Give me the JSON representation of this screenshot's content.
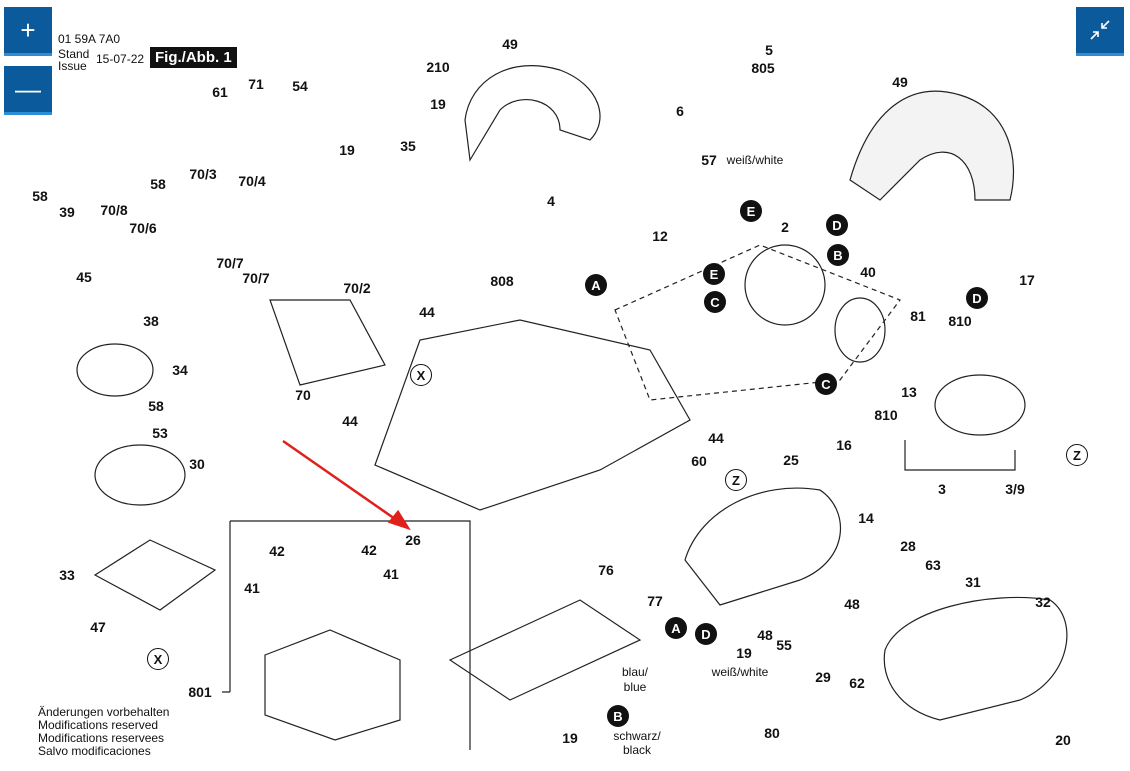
{
  "header": {
    "part_number": "01 59A 7A0",
    "stand": "Stand",
    "issue": "Issue",
    "date": "15-07-22",
    "figure": "Fig./Abb. 1"
  },
  "controls": {
    "zoom_in_icon": "plus-icon",
    "zoom_out_icon": "minus-icon",
    "collapse_icon": "collapse-arrows-icon",
    "button_color": "#0b5b9c"
  },
  "footer": [
    "Änderungen vorbehalten",
    "Modifications reserved",
    "Modifications reservees",
    "Salvo modificaciones"
  ],
  "part_labels": [
    "49",
    "210",
    "5",
    "805",
    "49",
    "71",
    "54",
    "61",
    "19",
    "6",
    "19",
    "35",
    "57",
    "weiß/white",
    "58",
    "70/3",
    "58",
    "70/4",
    "39",
    "70/8",
    "70/6",
    "4",
    "12",
    "2",
    "45",
    "70/7",
    "70/7",
    "70/2",
    "808",
    "40",
    "17",
    "38",
    "44",
    "81",
    "810",
    "34",
    "70",
    "13",
    "810",
    "58",
    "53",
    "44",
    "44",
    "16",
    "30",
    "60",
    "25",
    "3",
    "3/9",
    "14",
    "26",
    "42",
    "42",
    "28",
    "41",
    "41",
    "76",
    "63",
    "31",
    "77",
    "32",
    "48",
    "48",
    "19",
    "55",
    "29",
    "62",
    "47",
    "33",
    "blau/",
    "blue",
    "weiß/white",
    "801",
    "19",
    "80",
    "schwarz/",
    "black",
    "20"
  ],
  "connector_markers": [
    "E",
    "D",
    "B",
    "E",
    "C",
    "A",
    "D",
    "C",
    "X",
    "Z",
    "Z",
    "X",
    "A",
    "D",
    "B"
  ],
  "annotation_color": "#e0201b"
}
